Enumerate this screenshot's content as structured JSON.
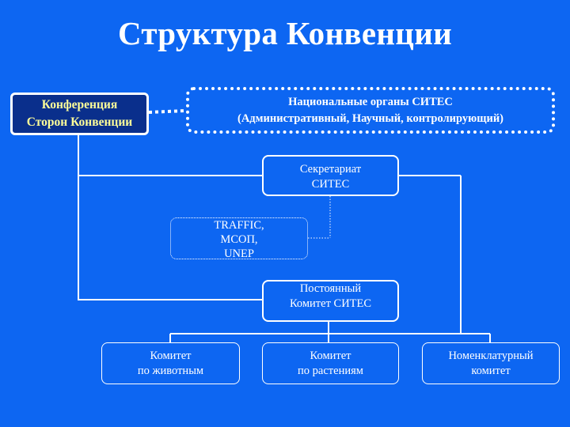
{
  "title": "Структура Конвенции",
  "colors": {
    "background": "#0d66f2",
    "conference_fill": "#0a2f8c",
    "conference_text": "#ffff99",
    "text": "#ffffff",
    "lines": "#ffffff"
  },
  "nodes": {
    "conference": {
      "lines": [
        "Конференция",
        "Сторон Конвенции"
      ]
    },
    "national": {
      "lines": [
        "Национальные органы СИТЕС",
        "(Административный, Научный, контролирующий)"
      ]
    },
    "secretariat": {
      "lines": [
        "Секретариат",
        "СИТЕС"
      ]
    },
    "partners": {
      "lines": [
        "TRAFFIC,",
        "МСОП,",
        "UNEP"
      ]
    },
    "standing_committee": {
      "lines": [
        "Постоянный",
        "Комитет СИТЕС"
      ]
    },
    "animals_committee": {
      "lines": [
        "Комитет",
        "по животным"
      ]
    },
    "plants_committee": {
      "lines": [
        "Комитет",
        "по растениям"
      ]
    },
    "nomenclature_committee": {
      "lines": [
        "Номенклатурный",
        "комитет"
      ]
    }
  },
  "edges": [
    {
      "from": "conference",
      "to": "national",
      "style": "dotted"
    },
    {
      "from": "conference",
      "to": "secretariat",
      "style": "solid"
    },
    {
      "from": "conference",
      "to": "standing_committee",
      "style": "solid"
    },
    {
      "from": "secretariat",
      "to": "partners",
      "style": "dotted"
    },
    {
      "from": "secretariat",
      "to": "nomenclature_committee",
      "style": "solid"
    },
    {
      "from": "standing_committee",
      "to": "animals_committee",
      "style": "solid"
    },
    {
      "from": "standing_committee",
      "to": "plants_committee",
      "style": "solid"
    },
    {
      "from": "standing_committee",
      "to": "nomenclature_committee",
      "style": "solid"
    }
  ]
}
